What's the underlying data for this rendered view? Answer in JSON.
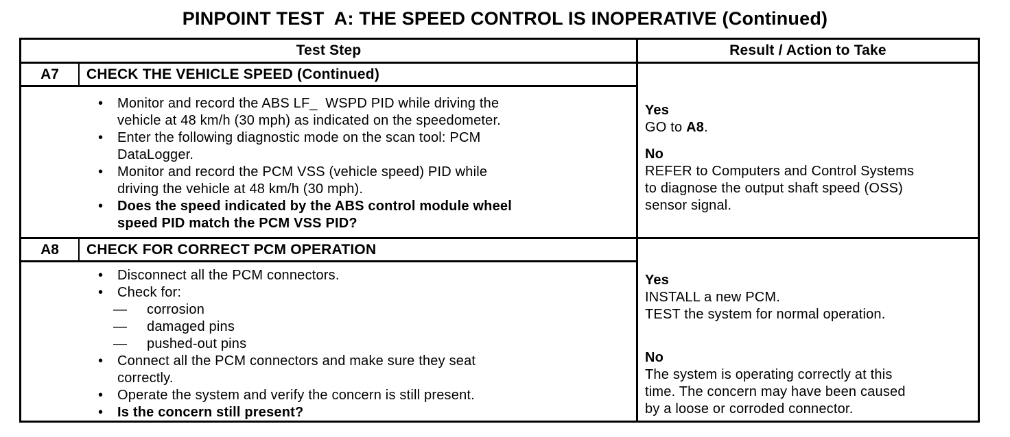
{
  "title": "PINPOINT TEST  A: THE SPEED CONTROL IS INOPERATIVE (Continued)",
  "table": {
    "headers": {
      "test_step": "Test Step",
      "result": "Result / Action to Take"
    },
    "steps": [
      {
        "id": "A7",
        "name": "CHECK THE VEHICLE SPEED (Continued)",
        "items": [
          {
            "type": "bullet",
            "lines": [
              "Monitor and record the ABS LF_  WSPD PID while driving the",
              "vehicle at 48 km/h (30 mph) as indicated on the speedometer."
            ]
          },
          {
            "type": "bullet",
            "lines": [
              "Enter the following diagnostic mode on the scan tool: PCM",
              "DataLogger."
            ]
          },
          {
            "type": "bullet",
            "lines": [
              "Monitor and record the PCM VSS (vehicle speed) PID while",
              "driving the vehicle at 48 km/h (30 mph)."
            ]
          },
          {
            "type": "bullet-bold",
            "lines": [
              "Does the speed indicated by the ABS control module wheel",
              "speed PID match the PCM VSS PID?"
            ]
          }
        ],
        "result": {
          "yes_label": "Yes",
          "yes_action_prefix": "GO to ",
          "yes_action_ref": "A8",
          "yes_action_suffix": ".",
          "no_label": "No",
          "no_lines": [
            "REFER to Computers and Control Systems",
            "to diagnose the output shaft speed (OSS)",
            "sensor signal."
          ]
        }
      },
      {
        "id": "A8",
        "name": "CHECK FOR CORRECT PCM OPERATION",
        "items": [
          {
            "type": "bullet",
            "lines": [
              "Disconnect all the PCM connectors."
            ]
          },
          {
            "type": "bullet",
            "lines": [
              "Check for:"
            ]
          },
          {
            "type": "sub",
            "lines": [
              "corrosion"
            ]
          },
          {
            "type": "sub",
            "lines": [
              "damaged pins"
            ]
          },
          {
            "type": "sub",
            "lines": [
              "pushed-out pins"
            ]
          },
          {
            "type": "bullet",
            "lines": [
              "Connect all the PCM connectors and make sure they seat",
              "correctly."
            ]
          },
          {
            "type": "bullet",
            "lines": [
              "Operate the system and verify the concern is still present."
            ]
          },
          {
            "type": "bullet-bold",
            "lines": [
              "Is the concern still present?"
            ]
          }
        ],
        "result": {
          "yes_label": "Yes",
          "yes_lines": [
            "INSTALL a new PCM.",
            "TEST the system for normal operation."
          ],
          "no_label": "No",
          "no_lines": [
            "The system is operating correctly at this",
            "time. The concern may have been caused",
            "by a loose or corroded connector."
          ]
        }
      }
    ]
  },
  "icons": {
    "bullet": "•",
    "dash": "—"
  }
}
